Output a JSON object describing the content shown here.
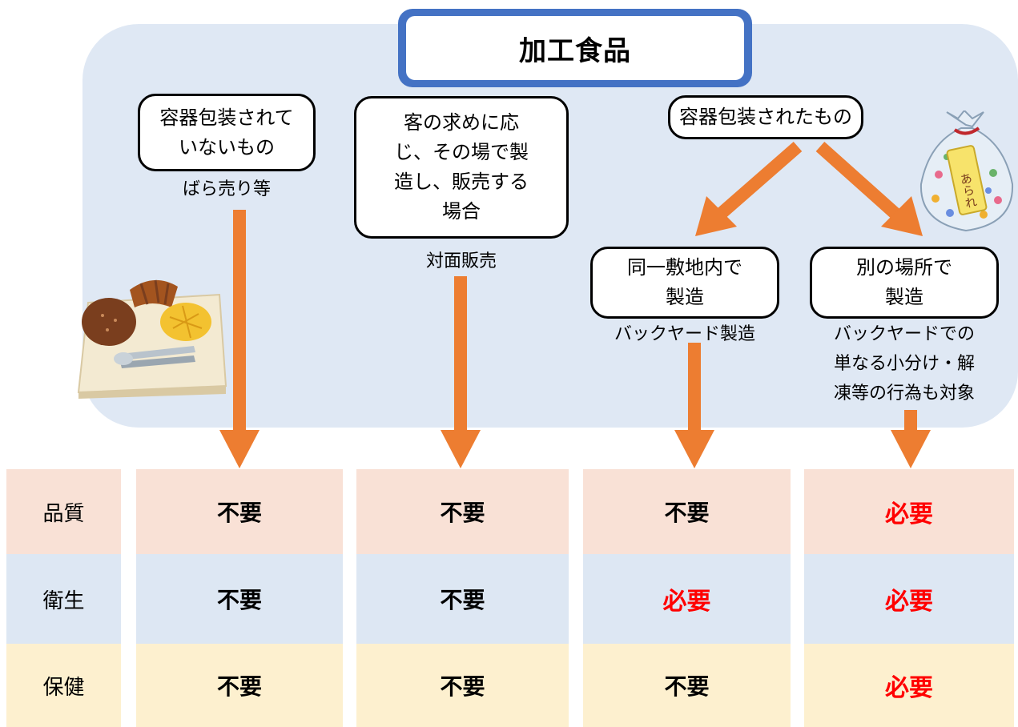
{
  "title": "加工食品",
  "categories": [
    {
      "box": "容器包装されていないもの",
      "note": "ばら売り等"
    },
    {
      "box": "客の求めに応じ、その場で製造し、販売する場合",
      "note": "対面販売"
    },
    {
      "box": "容器包装されたもの"
    },
    {
      "box": "同一敷地内で製造",
      "note": "バックヤード製造"
    },
    {
      "box": "別の場所で製造",
      "note": "バックヤードでの単なる小分け・解凍等の行為も対象"
    }
  ],
  "box_lines": {
    "cat1": [
      "容器包装されて",
      "いないもの"
    ],
    "cat2": [
      "客の求めに応",
      "じ、その場で製",
      "造し、販売する",
      "場合"
    ],
    "cat4": [
      "同一敷地内で",
      "製造"
    ],
    "cat5": [
      "別の場所で",
      "製造"
    ],
    "note5": [
      "バックヤードでの",
      "単なる小分け・解",
      "凍等の行為も対象"
    ]
  },
  "table": {
    "rows": [
      {
        "label": "品質",
        "values": [
          "不要",
          "不要",
          "不要",
          "必要"
        ]
      },
      {
        "label": "衛生",
        "values": [
          "不要",
          "不要",
          "必要",
          "必要"
        ]
      },
      {
        "label": "保健",
        "values": [
          "不要",
          "不要",
          "不要",
          "必要"
        ]
      }
    ]
  },
  "illustrations": {
    "bread_tray": "bread-tray-illustration",
    "candy_bag": "arare-candy-bag-illustration",
    "bag_label": "あられ"
  },
  "colors": {
    "panel": "#dfe8f4",
    "arrow": "#ed7d31",
    "title_border": "#4472c4",
    "required": "#ff0000",
    "row_quality": "#f9e1d6",
    "row_hygiene": "#dde7f3",
    "row_health": "#fdf0cf"
  }
}
